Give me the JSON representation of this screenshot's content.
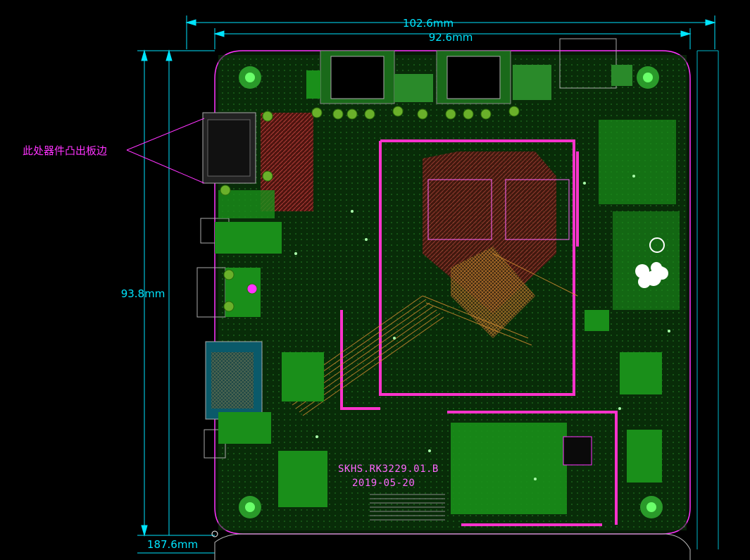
{
  "dimensions": {
    "outer_width": "102.6mm",
    "inner_width": "92.6mm",
    "board_height": "93.8mm",
    "overall_height": "187.6mm"
  },
  "annotation": {
    "text": "此处器件凸出板边"
  },
  "silkscreen": {
    "board_name": "SKHS.RK3229.01.B",
    "date": "2019-05-20"
  },
  "colors": {
    "background": "#000000",
    "dimension": "#00e5ff",
    "annotation": "#ff33ff",
    "board_outline": "#ff33ff",
    "copper_top": "#1a8f1a",
    "copper_bottom": "#a02020",
    "mounting_hole": "#33ff33",
    "routing_orange": "#c87a2a"
  }
}
